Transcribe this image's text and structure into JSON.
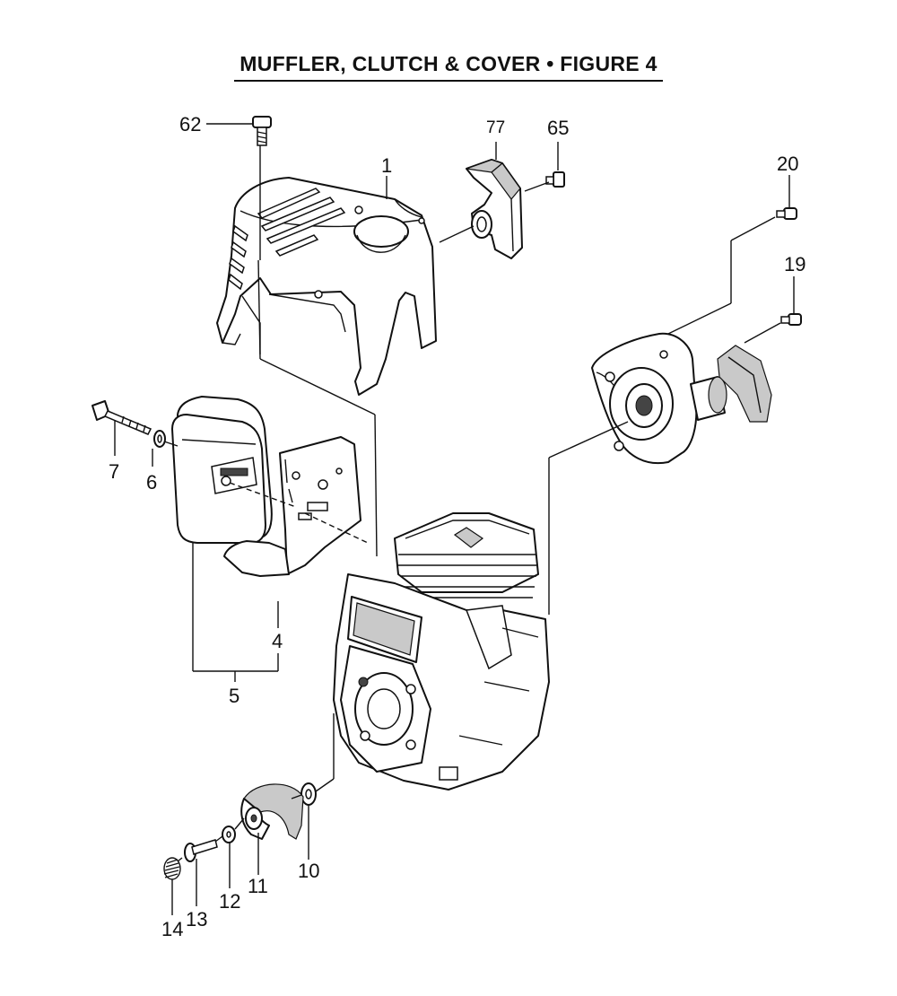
{
  "title": "MUFFLER, CLUTCH & COVER • FIGURE 4",
  "callouts": {
    "c62": "62",
    "c77": "77",
    "c65": "65",
    "c1": "1",
    "c20": "20",
    "c19": "19",
    "c7": "7",
    "c6": "6",
    "c4": "4",
    "c5": "5",
    "c10": "10",
    "c11": "11",
    "c12": "12",
    "c13": "13",
    "c14": "14"
  }
}
